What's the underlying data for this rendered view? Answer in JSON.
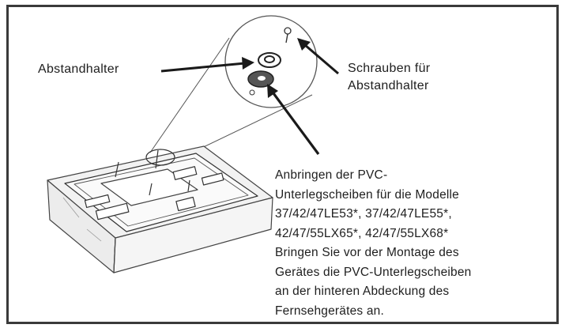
{
  "labels": {
    "spacer": "Abstandhalter",
    "screws_line1": "Schrauben für",
    "screws_line2": "Abstandhalter"
  },
  "instructions": [
    "Anbringen der PVC-",
    "Unterlegscheiben für die Modelle",
    "37/42/47LE53*, 37/42/47LE55*,",
    "42/47/55LX65*, 42/47/55LX68*",
    "Bringen Sie vor der Montage des",
    "Gerätes die PVC-Unterlegscheiben",
    "an der hinteren Abdeckung des",
    "Fernsehgerätes an."
  ],
  "colors": {
    "line": "#3a3a3a",
    "arrow": "#1a1a1a",
    "box_fill": "#f2f2f2",
    "washer": "#555555"
  }
}
